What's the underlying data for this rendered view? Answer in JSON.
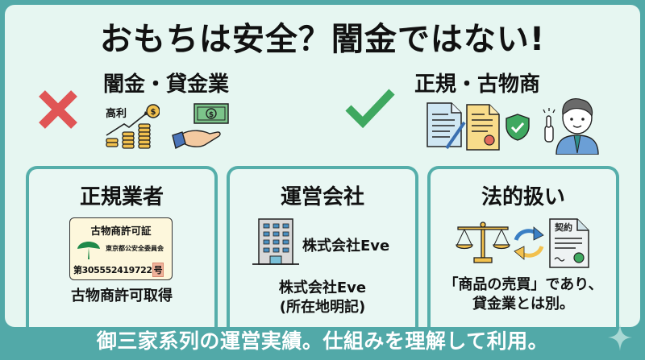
{
  "title": "おもちは安全？闇金ではない!",
  "comparison": {
    "bad": {
      "heading": "闇金・貸金業",
      "mark_icon": "cross-icon",
      "interest_label": "高利",
      "icons": [
        "coin-stacks-rising-icon",
        "cash-bill-icon",
        "open-hand-icon"
      ]
    },
    "good": {
      "heading": "正規・古物商",
      "mark_icon": "checkmark-icon",
      "icons": [
        "document-icon",
        "certificate-icon",
        "shield-check-icon",
        "businessman-icon"
      ]
    }
  },
  "cards": [
    {
      "title": "正規業者",
      "license": {
        "title": "古物商許可証",
        "issuer": "東京都公安全委員会",
        "number_prefix": "第305552419722",
        "number_suffix": "号"
      },
      "caption": "古物商許可取得"
    },
    {
      "title": "運営会社",
      "company_name": "株式会社Eve",
      "caption_line1": "株式会社Eve",
      "caption_line2": "(所在地明記)"
    },
    {
      "title": "法的扱い",
      "contract_label": "契約",
      "caption_line1": "「商品の売買」であり、",
      "caption_line2": "貸金業とは別。"
    }
  ],
  "footer": "御三家系列の運営実績。仕組みを理解して利用。",
  "colors": {
    "background": "#52a9a8",
    "panel": "#e6f6f1",
    "card_border": "#55aeaa",
    "cross": "#e05555",
    "check": "#3fa860",
    "gold": "#f2c14e"
  }
}
